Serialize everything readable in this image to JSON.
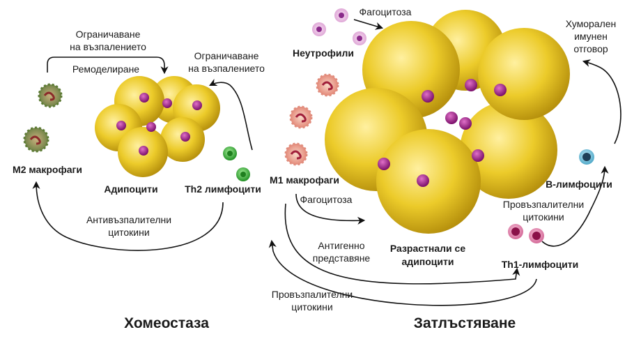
{
  "sections": {
    "homeostasis": "Хомеостаза",
    "obesity": "Затлъстяване"
  },
  "left": {
    "limit_inflammation_top_1": "Ограничаване",
    "limit_inflammation_top_2": "на възпалението",
    "remodeling": "Ремоделиране",
    "limit_inflammation_right_1": "Ограничаване",
    "limit_inflammation_right_2": "на възпалението",
    "m2_macrophages": "М2 макрофаги",
    "adipocytes": "Адипоцити",
    "th2_lymphocytes": "Th2 лимфоцити",
    "anti_inflammatory_1": "Антивъзпалителни",
    "anti_inflammatory_2": "цитокини"
  },
  "right": {
    "phagocytosis_top": "Фагоцитоза",
    "neutrophils": "Неутрофили",
    "humoral_1": "Хуморален",
    "humoral_2": "имунен",
    "humoral_3": "отговор",
    "m1_macrophages": "М1 макрофаги",
    "b_lymphocytes": "В-лимфоцити",
    "phagocytosis_mid": "Фагоцитоза",
    "pro_inflammatory_right_1": "Провъзпалителни",
    "pro_inflammatory_right_2": "цитокини",
    "antigen_1": "Антигенно",
    "antigen_2": "представяне",
    "enlarged_1": "Разрастнали се",
    "enlarged_2": "адипоцити",
    "th1_lymphocytes": "Th1-лимфоцити",
    "pro_inflammatory_bottom_1": "Провъзпалителни",
    "pro_inflammatory_bottom_2": "цитокини"
  },
  "colors": {
    "adipocyte": "#e9c51c",
    "adipocyte_light": "#fbe88a",
    "nucleus": "#9b1d86",
    "m2_macrophage": "#7f8c5a",
    "m1_macrophage": "#e9a0a0",
    "neutrophil": "#e7b2dd",
    "th2": "#36b03a",
    "th1": "#8a1048",
    "b_cell": "#1e3f57",
    "arrow": "#111111"
  },
  "icons": [
    "adipocyte-cell-icon",
    "macrophage-cell-icon",
    "neutrophil-cell-icon",
    "lymphocyte-cell-icon"
  ]
}
